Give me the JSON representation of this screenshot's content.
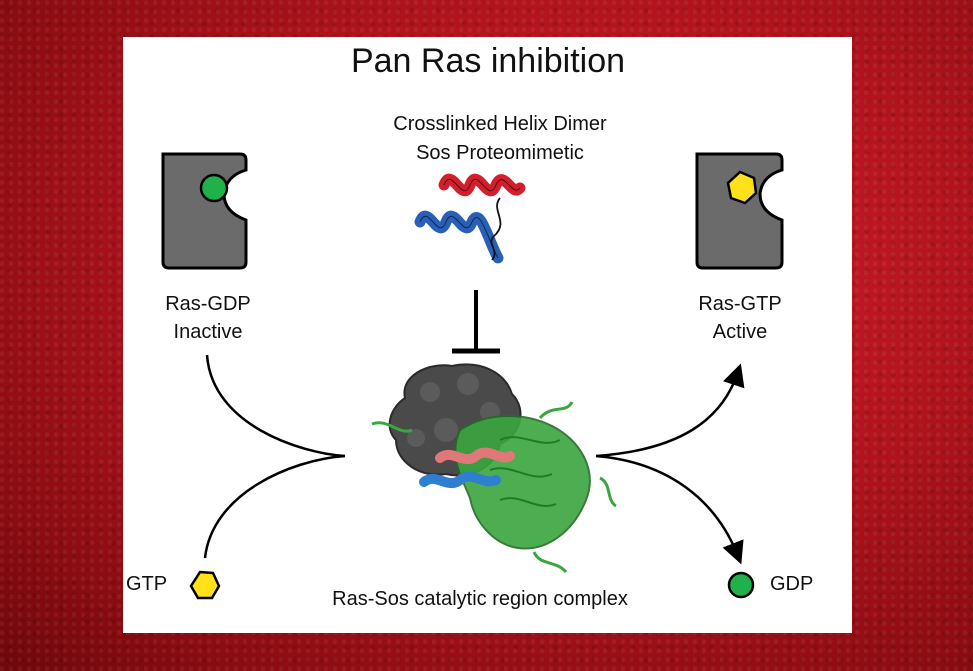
{
  "title": "Pan Ras inhibition",
  "inhibitor": {
    "line1": "Crosslinked Helix Dimer",
    "line2": "Sos Proteomimetic"
  },
  "inactive": {
    "name": "Ras-GDP",
    "state": "Inactive",
    "nucleotide_color": "#1fb24a"
  },
  "active": {
    "name": "Ras-GTP",
    "state": "Active",
    "nucleotide_color": "#ffe11a"
  },
  "inputs": {
    "gtp": "GTP"
  },
  "outputs": {
    "gdp": "GDP"
  },
  "complex": {
    "label": "Ras-Sos catalytic region complex"
  },
  "colors": {
    "ras_body": "#6b6b6b",
    "helix_red": "#d21f2b",
    "helix_blue": "#2a5fb8",
    "sos_green": "#3aa63f",
    "complex_gray": "#4a4a4a",
    "helix_salmon": "#e0787a",
    "helix_blue2": "#2f7fd1"
  }
}
